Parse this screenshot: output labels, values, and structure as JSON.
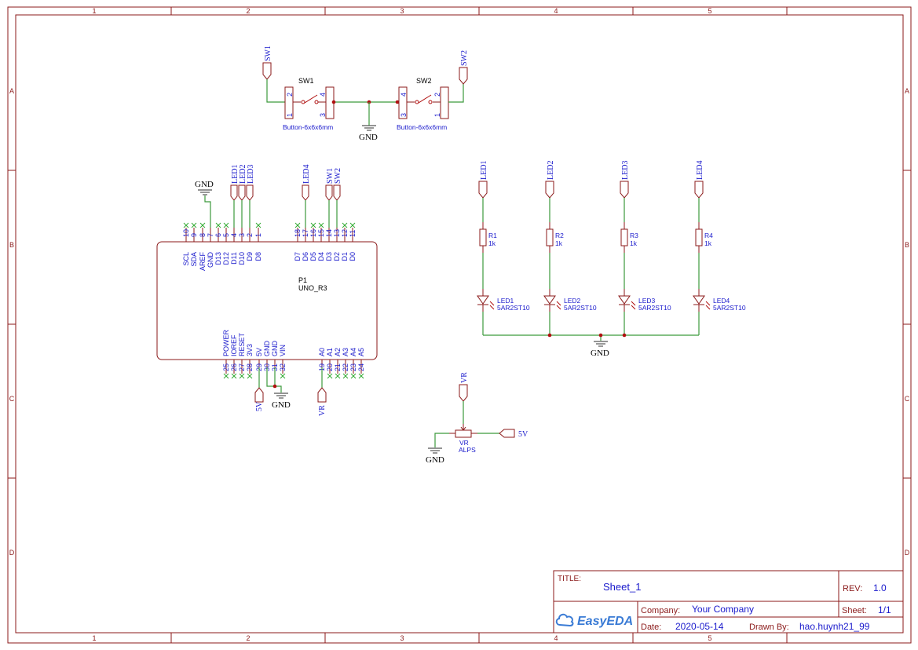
{
  "frame": {
    "columns": [
      "1",
      "2",
      "3",
      "4",
      "5"
    ],
    "rows": [
      "A",
      "B",
      "C",
      "D"
    ]
  },
  "colors": {
    "frame": "#8b1a1a",
    "wire": "#3c9a3c",
    "label": "#1a1acc",
    "junction": "#b01010"
  },
  "title_block": {
    "title_label": "TITLE:",
    "title": "Sheet_1",
    "rev_label": "REV:",
    "rev": "1.0",
    "company_label": "Company:",
    "company": "Your Company",
    "sheet_label": "Sheet:",
    "sheet": "1/1",
    "date_label": "Date:",
    "date": "2020-05-14",
    "drawn_label": "Drawn By:",
    "drawn_by": "hao.huynh21_99",
    "logo_text": "EasyEDA"
  },
  "switches": {
    "sw1": {
      "ref": "SW1",
      "value": "Button-6x6x6mm",
      "pins": [
        "2",
        "1",
        "4",
        "3"
      ]
    },
    "sw2": {
      "ref": "SW2",
      "value": "Button-6x6x6mm",
      "pins": [
        "4",
        "3",
        "2",
        "1"
      ]
    },
    "gnd": "GND"
  },
  "arduino": {
    "ref": "P1",
    "value": "UNO_R3",
    "top_pins": [
      {
        "name": "SCL",
        "num": "10"
      },
      {
        "name": "SDA",
        "num": "9"
      },
      {
        "name": "AREF",
        "num": "8"
      },
      {
        "name": "GND",
        "num": "7"
      },
      {
        "name": "D13",
        "num": "6"
      },
      {
        "name": "D12",
        "num": "5"
      },
      {
        "name": "D11",
        "num": "4"
      },
      {
        "name": "D10",
        "num": "3"
      },
      {
        "name": "D9",
        "num": "2"
      },
      {
        "name": "D8",
        "num": "1"
      },
      {
        "name": "D7",
        "num": "18"
      },
      {
        "name": "D6",
        "num": "17"
      },
      {
        "name": "D5",
        "num": "16"
      },
      {
        "name": "D4",
        "num": "15"
      },
      {
        "name": "D3",
        "num": "14"
      },
      {
        "name": "D2",
        "num": "13"
      },
      {
        "name": "D1",
        "num": "12"
      },
      {
        "name": "D0",
        "num": "11"
      }
    ],
    "bottom_pins": [
      {
        "name": "POWER",
        "num": "25"
      },
      {
        "name": "IOREF",
        "num": "26"
      },
      {
        "name": "RESET",
        "num": "27"
      },
      {
        "name": "3V3",
        "num": "28"
      },
      {
        "name": "5V",
        "num": "29"
      },
      {
        "name": "GND",
        "num": "30"
      },
      {
        "name": "GND",
        "num": "31"
      },
      {
        "name": "VIN",
        "num": "32"
      },
      {
        "name": "A0",
        "num": "19"
      },
      {
        "name": "A1",
        "num": "20"
      },
      {
        "name": "A2",
        "num": "21"
      },
      {
        "name": "A3",
        "num": "22"
      },
      {
        "name": "A4",
        "num": "23"
      },
      {
        "name": "A5",
        "num": "24"
      }
    ],
    "nets": {
      "gnd": "GND",
      "led1": "LED1",
      "led2": "LED2",
      "led3": "LED3",
      "led4": "LED4",
      "sw1": "SW1",
      "sw2": "SW2",
      "fivev": "5V",
      "vr": "VR"
    }
  },
  "led_stages": [
    {
      "net": "LED1",
      "resistor": "R1",
      "res_value": "1k",
      "led": "LED1",
      "led_value": "5AR2ST10"
    },
    {
      "net": "LED2",
      "resistor": "R2",
      "res_value": "1k",
      "led": "LED2",
      "led_value": "5AR2ST10"
    },
    {
      "net": "LED3",
      "resistor": "R3",
      "res_value": "1k",
      "led": "LED3",
      "led_value": "5AR2ST10"
    },
    {
      "net": "LED4",
      "resistor": "R4",
      "res_value": "1k",
      "led": "LED4",
      "led_value": "5AR2ST10"
    }
  ],
  "led_gnd": "GND",
  "pot": {
    "ref": "VR",
    "value": "ALPS",
    "net_top": "VR",
    "net_right": "5V",
    "gnd": "GND"
  }
}
